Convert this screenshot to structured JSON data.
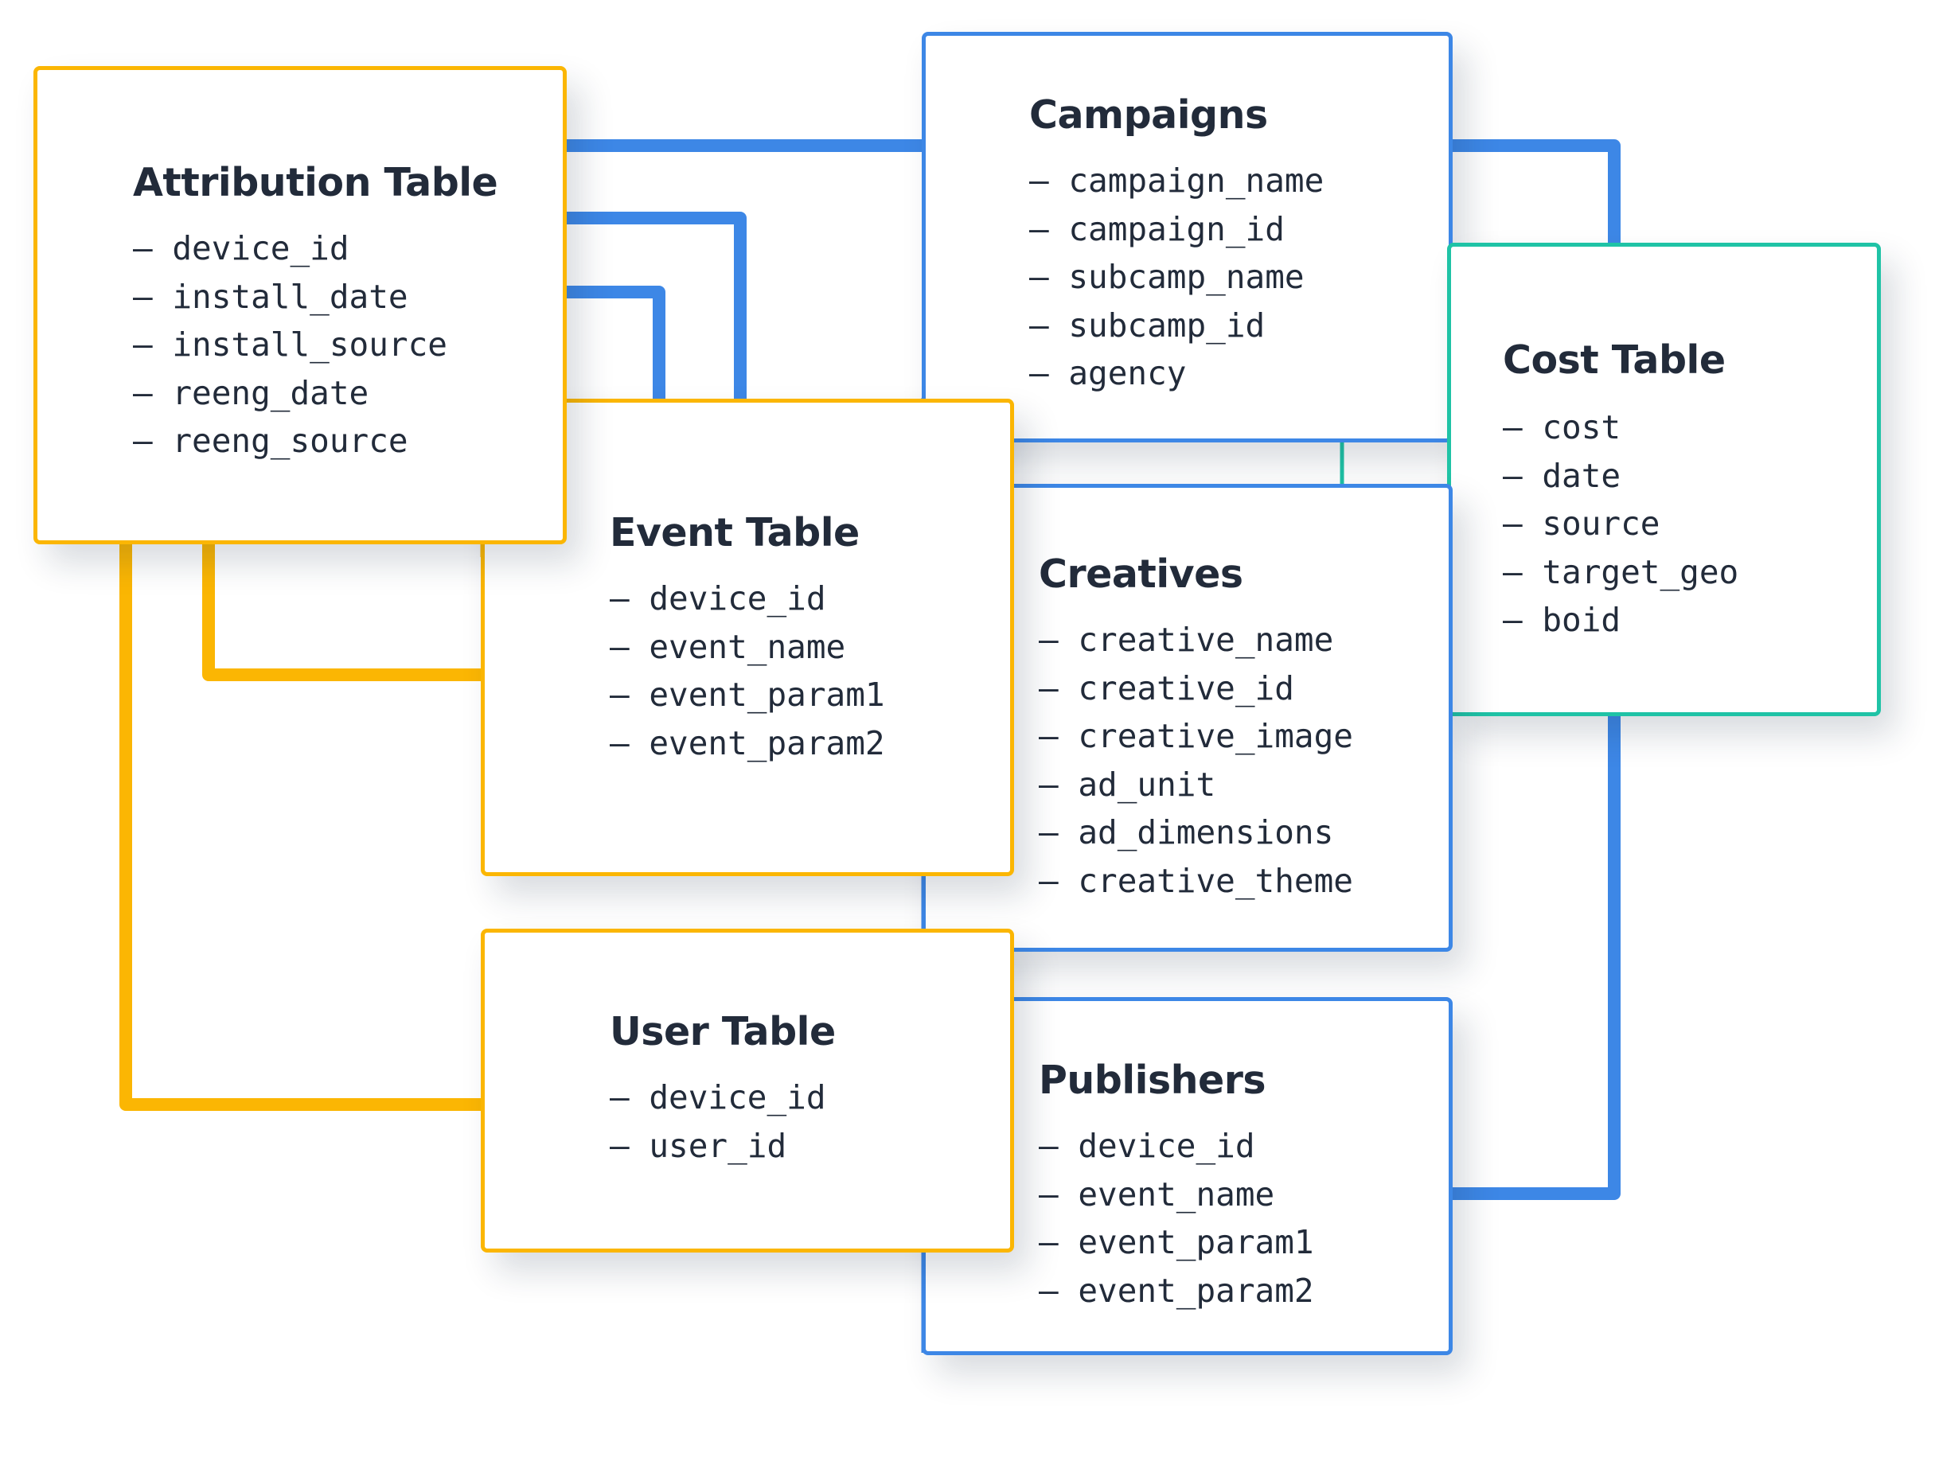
{
  "colors": {
    "attribution_links": "#fbb603",
    "campaign_links": "#3d87e6",
    "cost_links": "#1fc3a6",
    "text": "#222b3a"
  },
  "tables": {
    "attribution": {
      "title": "Attribution Table",
      "fields": [
        "— device_id",
        "— install_date",
        "— install_source",
        "— reeng_date",
        "— reeng_source"
      ]
    },
    "campaigns": {
      "title": "Campaigns",
      "fields": [
        "— campaign_name",
        "— campaign_id",
        "— subcamp_name",
        "— subcamp_id",
        "— agency"
      ]
    },
    "cost": {
      "title": "Cost Table",
      "fields": [
        "— cost",
        "— date",
        "— source",
        "— target_geo",
        "— boid"
      ]
    },
    "event": {
      "title": "Event Table",
      "fields": [
        "— device_id",
        "— event_name",
        "— event_param1",
        "— event_param2"
      ]
    },
    "creatives": {
      "title": "Creatives",
      "fields": [
        "— creative_name",
        "— creative_id",
        "— creative_image",
        "— ad_unit",
        "— ad_dimensions",
        "— creative_theme"
      ]
    },
    "user": {
      "title": "User Table",
      "fields": [
        "— device_id",
        "— user_id"
      ]
    },
    "publishers": {
      "title": "Publishers",
      "fields": [
        "— device_id",
        "— event_name",
        "— event_param1",
        "— event_param2"
      ]
    }
  }
}
